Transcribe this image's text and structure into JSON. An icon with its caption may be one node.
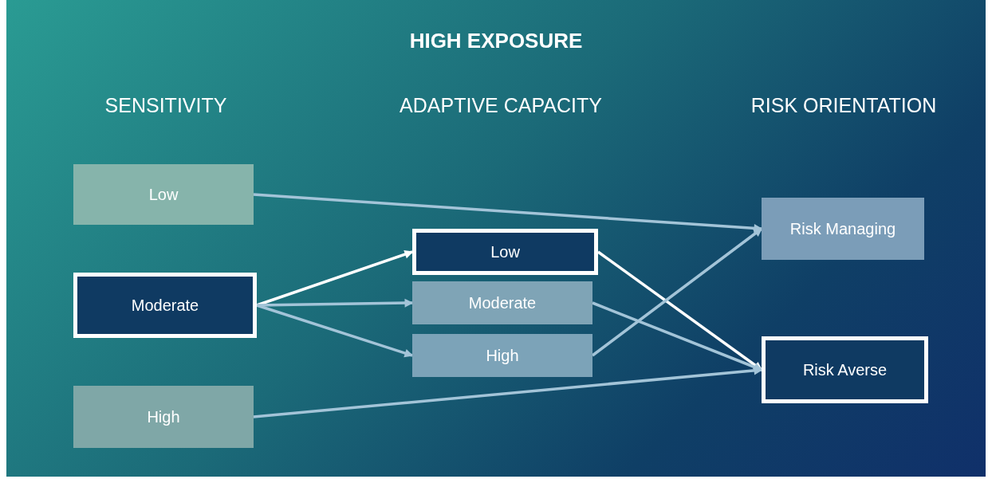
{
  "diagram": {
    "title": "HIGH EXPOSURE",
    "nodes": [
      {
        "text": [
          "Low"
        ]
      },
      {
        "text": [
          "Moderate"
        ]
      },
      {
        "text": [
          "High"
        ]
      },
      {
        "text": [
          "Low"
        ]
      },
      {
        "text": [
          "Moderate"
        ]
      },
      {
        "text": [
          "High"
        ]
      },
      {
        "text": [
          "Risk Managing"
        ]
      },
      {
        "text": [
          "Risk Averse"
        ]
      }
    ],
    "edges": [
      {
        "from": 0,
        "to": 6,
        "arrow": "to"
      },
      {
        "from": 1,
        "to": 3,
        "arrow": "to",
        "color": "#ffffff"
      },
      {
        "from": 1,
        "to": 4,
        "arrow": "to"
      },
      {
        "from": 1,
        "to": 5,
        "arrow": "to"
      },
      {
        "from": 3,
        "to": 7,
        "arrow": "to",
        "color": "#ffffff"
      },
      {
        "from": 4,
        "to": 7,
        "arrow": "to"
      },
      {
        "from": 5,
        "to": 6,
        "arrow": "to"
      },
      {
        "from": 2,
        "to": 7,
        "arrow": "to"
      }
    ],
    "labels": [
      "SENSITIVITY",
      "ADAPTIVE CAPACITY",
      "RISK ORIENTATION"
    ]
  }
}
